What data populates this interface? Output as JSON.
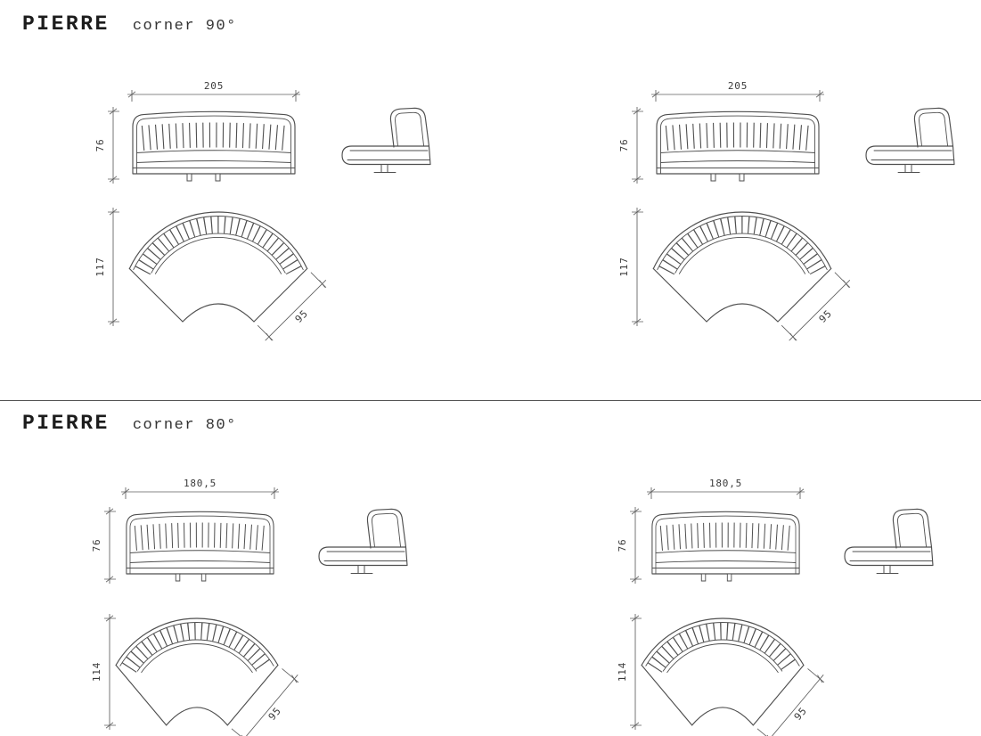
{
  "sections": [
    {
      "product": "PIERRE",
      "variant": "corner 90°",
      "front_width": "205",
      "front_height": "76",
      "plan_depth": "117",
      "plan_side": "95"
    },
    {
      "product": "PIERRE",
      "variant": "corner 80°",
      "front_width": "180,5",
      "front_height": "76",
      "plan_depth": "114",
      "plan_side": "95"
    }
  ],
  "colors": {
    "background": "#ffffff",
    "line": "#4f4f4f",
    "text": "#2a2a2a"
  }
}
